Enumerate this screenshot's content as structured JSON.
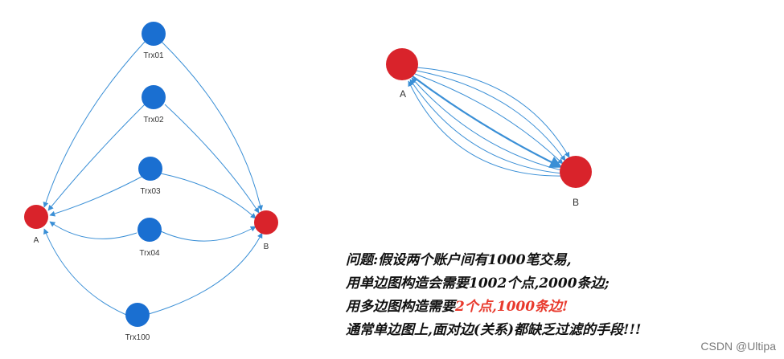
{
  "colors": {
    "edge": "#3a8fd6",
    "node_trx": "#1a6fd1",
    "node_account": "#d9232b"
  },
  "left_graph": {
    "accounts": [
      {
        "id": "A",
        "label": "A"
      },
      {
        "id": "B",
        "label": "B"
      }
    ],
    "transactions": [
      {
        "id": "t1",
        "label": "Trx01"
      },
      {
        "id": "t2",
        "label": "Trx02"
      },
      {
        "id": "t3",
        "label": "Trx03"
      },
      {
        "id": "t4",
        "label": "Trx04"
      },
      {
        "id": "t5",
        "label": "Trx100"
      }
    ]
  },
  "right_graph": {
    "accounts": [
      {
        "id": "A",
        "label": "A"
      },
      {
        "id": "B",
        "label": "B"
      }
    ]
  },
  "caption": {
    "line1": "问题:假设两个账户间有1000笔交易,",
    "line2": "用单边图构造会需要1002个点,2000条边;",
    "line3_prefix": "用多边图构造需要",
    "line3_highlight": "2个点,1000条边!",
    "line4": "通常单边图上,面对边(关系)都缺乏过滤的手段!!!"
  },
  "watermark": "CSDN @Ultipa"
}
